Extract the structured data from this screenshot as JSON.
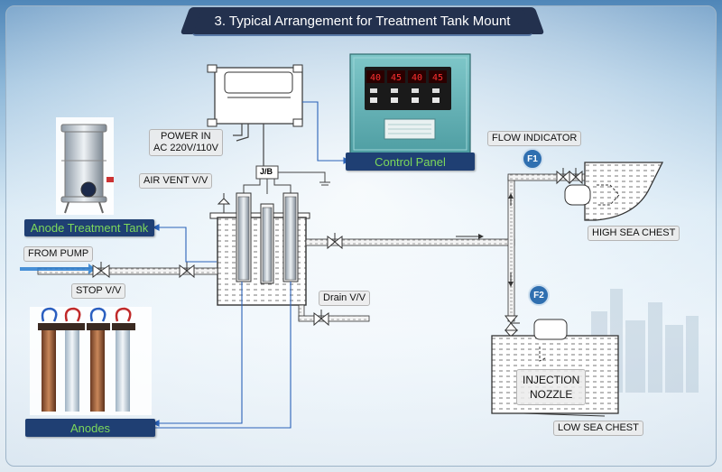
{
  "title": "3. Typical Arrangement for Treatment Tank Mount",
  "labels": {
    "power_in_1": "POWER IN",
    "power_in_2": "AC 220V/110V",
    "jb": "J/B",
    "air_vent": "AIR VENT V/V",
    "from_pump": "FROM PUMP",
    "stop_vv": "STOP V/V",
    "drain": "Drain V/V",
    "flow_indicator": "FLOW INDICATOR",
    "high_sea_chest": "HIGH SEA CHEST",
    "injection_1": "INJECTION",
    "injection_2": "NOZZLE",
    "low_sea_chest": "LOW SEA CHEST"
  },
  "tags": {
    "control_panel": "Control Panel",
    "anode_tank": "Anode Treatment Tank",
    "anodes": "Anodes"
  },
  "flow_markers": {
    "f1": "F1",
    "f2": "F2"
  },
  "panel_display": [
    "40",
    "45",
    "40",
    "45"
  ],
  "colors": {
    "accent_green": "#7cd85b",
    "tag_bg": "#1f3f73",
    "title_bg": "#23314e",
    "leader": "#2a62b8"
  }
}
